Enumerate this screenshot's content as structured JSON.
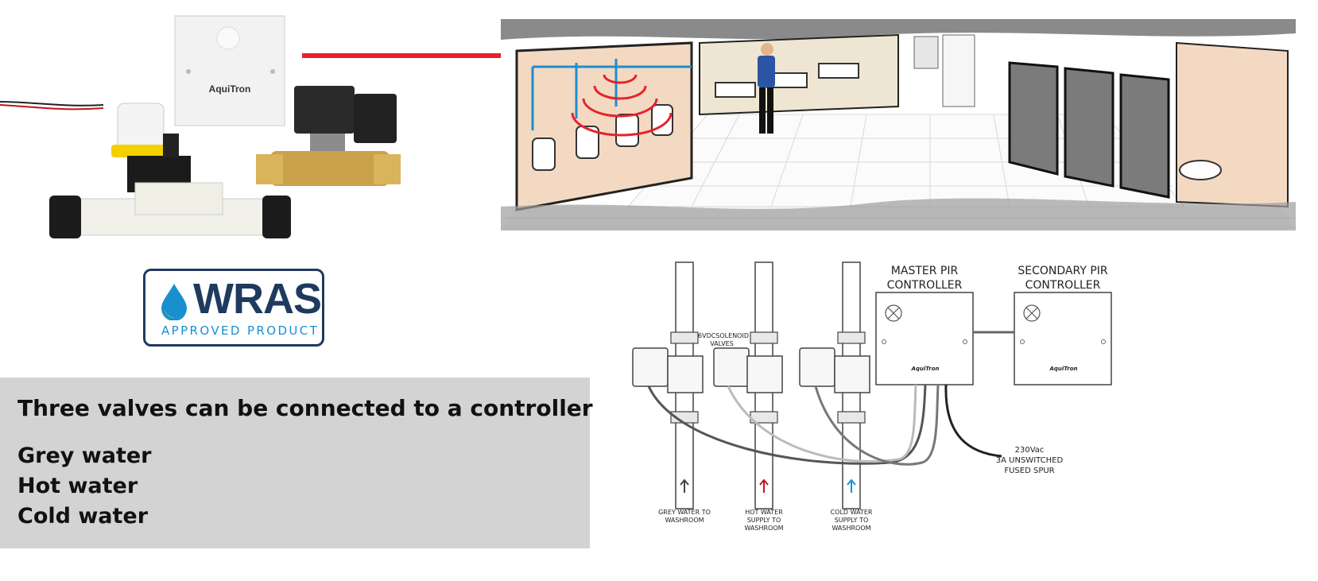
{
  "products": {
    "sensor_brand": "AquiTron"
  },
  "wras": {
    "title": "WRAS",
    "subtitle": "APPROVED PRODUCT"
  },
  "info": {
    "heading": "Three valves can be connected to a controller",
    "items": [
      "Grey water",
      "Hot water",
      "Cold water"
    ]
  },
  "schematic": {
    "master_title_line1": "MASTER PIR",
    "master_title_line2": "CONTROLLER",
    "secondary_title_line1": "SECONDARY PIR",
    "secondary_title_line2": "CONTROLLER",
    "valves_label_line1": "6VDCSOLENOID",
    "valves_label_line2": "VALVES",
    "brand": "AquiTron",
    "power_line1": "230Vac",
    "power_line2": "3A UNSWITCHED",
    "power_line3": "FUSED SPUR",
    "pipes": [
      {
        "line1": "GREY WATER TO",
        "line2": "WASHROOM",
        "line3": "",
        "arrow_color": "#444444"
      },
      {
        "line1": "HOT WATER",
        "line2": "SUPPLY TO",
        "line3": "WASHROOM",
        "arrow_color": "#c0141b"
      },
      {
        "line1": "COLD WATER",
        "line2": "SUPPLY TO",
        "line3": "WASHROOM",
        "arrow_color": "#1a8fd0"
      }
    ]
  },
  "colors": {
    "sensor_beam": "#e8212b",
    "wras_navy": "#1e3a5f",
    "wras_blue": "#1a8fd0",
    "panel_grey": "#d3d3d3"
  }
}
